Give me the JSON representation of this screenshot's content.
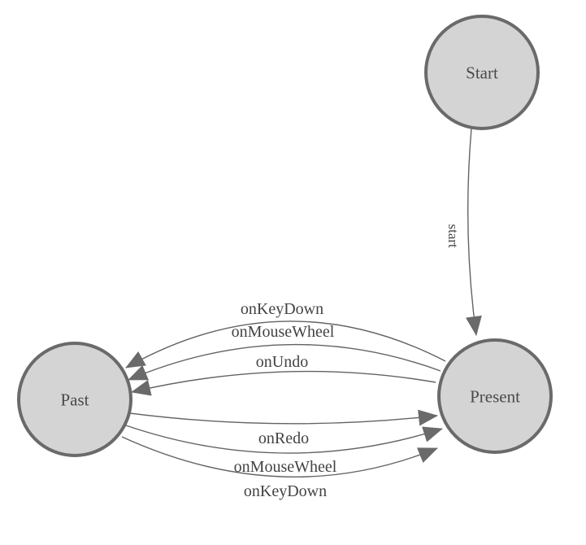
{
  "diagram": {
    "type": "state-machine",
    "nodes": [
      {
        "id": "start",
        "label": "Start"
      },
      {
        "id": "present",
        "label": "Present"
      },
      {
        "id": "past",
        "label": "Past"
      }
    ],
    "edges": [
      {
        "from": "Start",
        "to": "Present",
        "label": "start"
      },
      {
        "from": "Present",
        "to": "Past",
        "label": "onKeyDown"
      },
      {
        "from": "Present",
        "to": "Past",
        "label": "onMouseWheel"
      },
      {
        "from": "Present",
        "to": "Past",
        "label": "onUndo"
      },
      {
        "from": "Past",
        "to": "Present",
        "label": "onRedo"
      },
      {
        "from": "Past",
        "to": "Present",
        "label": "onMouseWheel"
      },
      {
        "from": "Past",
        "to": "Present",
        "label": "onKeyDown"
      }
    ],
    "colors": {
      "background": "#ffffff",
      "node_fill": "#d4d4d4",
      "node_stroke": "#6a6a6a",
      "edge_line": "#636363",
      "arrowhead": "#6a6a6a",
      "node_text": "#4a4a4a",
      "edge_text": "#434343"
    }
  }
}
